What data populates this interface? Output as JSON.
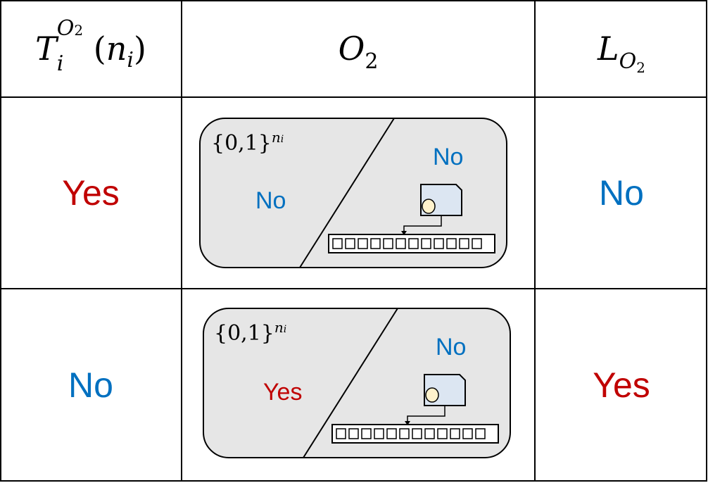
{
  "header": {
    "col1_base": "T",
    "col1_sub": "i",
    "col1_sup_base": "O",
    "col1_sup_sub": "2",
    "col1_arg_open": "(",
    "col1_arg_base": "n",
    "col1_arg_sub": "i",
    "col1_arg_close": ")",
    "col2_base": "O",
    "col2_sub": "2",
    "col3_base": "L",
    "col3_sub_base": "O",
    "col3_sub_sub": "2"
  },
  "rows": [
    {
      "tester_answer": "Yes",
      "set_label": "{0,1}",
      "set_exp_base": "n",
      "set_exp_sub": "i",
      "left_region": "No",
      "right_region": "No",
      "language_answer": "No"
    },
    {
      "tester_answer": "No",
      "set_label": "{0,1}",
      "set_exp_base": "n",
      "set_exp_sub": "i",
      "left_region": "Yes",
      "right_region": "No",
      "language_answer": "Yes"
    }
  ],
  "colors": {
    "yes": "#c00000",
    "no": "#0070c0",
    "panel": "#e6e6e6",
    "machine": "#dce6f2",
    "head": "#fff2cc"
  }
}
